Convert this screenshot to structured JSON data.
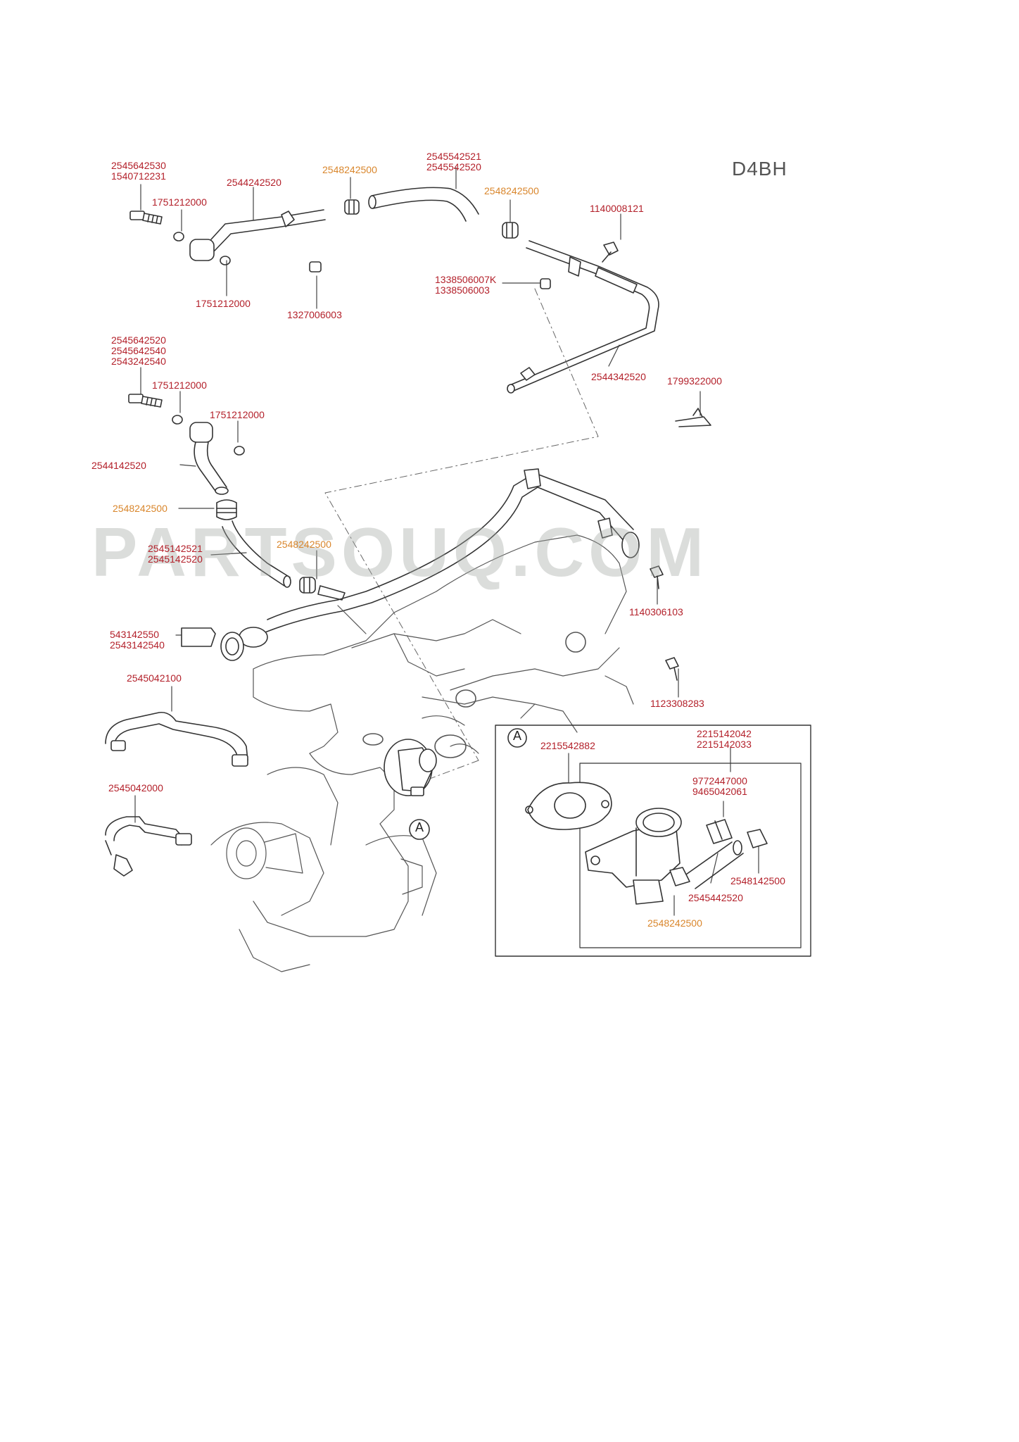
{
  "model": "D4BH",
  "watermark": "PARTSOUQ.COM",
  "callout_letter": "A",
  "labels": [
    {
      "id": "l1",
      "lines": [
        "2545642530",
        "1540712231"
      ],
      "color": "red"
    },
    {
      "id": "l2",
      "lines": [
        "1751212000"
      ],
      "color": "red"
    },
    {
      "id": "l3",
      "lines": [
        "2544242520"
      ],
      "color": "red"
    },
    {
      "id": "l4",
      "lines": [
        "2548242500"
      ],
      "color": "orange"
    },
    {
      "id": "l5",
      "lines": [
        "2545542521",
        "2545542520"
      ],
      "color": "red"
    },
    {
      "id": "l6",
      "lines": [
        "2548242500"
      ],
      "color": "orange"
    },
    {
      "id": "l7",
      "lines": [
        "1140008121"
      ],
      "color": "red"
    },
    {
      "id": "l8",
      "lines": [
        "1751212000"
      ],
      "color": "red"
    },
    {
      "id": "l9",
      "lines": [
        "1327006003"
      ],
      "color": "red"
    },
    {
      "id": "l10",
      "lines": [
        "1338506007K",
        "1338506003"
      ],
      "color": "red"
    },
    {
      "id": "l11",
      "lines": [
        "2545642520",
        "2545642540",
        "2543242540"
      ],
      "color": "red"
    },
    {
      "id": "l12",
      "lines": [
        "1751212000"
      ],
      "color": "red"
    },
    {
      "id": "l13",
      "lines": [
        "1751212000"
      ],
      "color": "red"
    },
    {
      "id": "l14",
      "lines": [
        "2544342520"
      ],
      "color": "red"
    },
    {
      "id": "l15",
      "lines": [
        "1799322000"
      ],
      "color": "red"
    },
    {
      "id": "l16",
      "lines": [
        "2544142520"
      ],
      "color": "red"
    },
    {
      "id": "l17",
      "lines": [
        "2548242500"
      ],
      "color": "orange"
    },
    {
      "id": "l18",
      "lines": [
        "2545142521",
        "2545142520"
      ],
      "color": "red"
    },
    {
      "id": "l19",
      "lines": [
        "2548242500"
      ],
      "color": "orange"
    },
    {
      "id": "l20",
      "lines": [
        "1140306103"
      ],
      "color": "red"
    },
    {
      "id": "l21",
      "lines": [
        "543142550",
        "2543142540"
      ],
      "color": "red"
    },
    {
      "id": "l22",
      "lines": [
        "1123308283"
      ],
      "color": "red"
    },
    {
      "id": "l23",
      "lines": [
        "2545042100"
      ],
      "color": "red"
    },
    {
      "id": "l24",
      "lines": [
        "2215542882"
      ],
      "color": "red"
    },
    {
      "id": "l25",
      "lines": [
        "2215142042",
        "2215142033"
      ],
      "color": "red"
    },
    {
      "id": "l26",
      "lines": [
        "9772447000",
        "9465042061"
      ],
      "color": "red"
    },
    {
      "id": "l27",
      "lines": [
        "2545042000"
      ],
      "color": "red"
    },
    {
      "id": "l28",
      "lines": [
        "2548142500"
      ],
      "color": "red"
    },
    {
      "id": "l29",
      "lines": [
        "2545442520"
      ],
      "color": "red"
    },
    {
      "id": "l30",
      "lines": [
        "2548242500"
      ],
      "color": "orange"
    }
  ],
  "colors": {
    "red": "#b3202a",
    "orange": "#d9862c",
    "line": "#3a3a3a"
  }
}
